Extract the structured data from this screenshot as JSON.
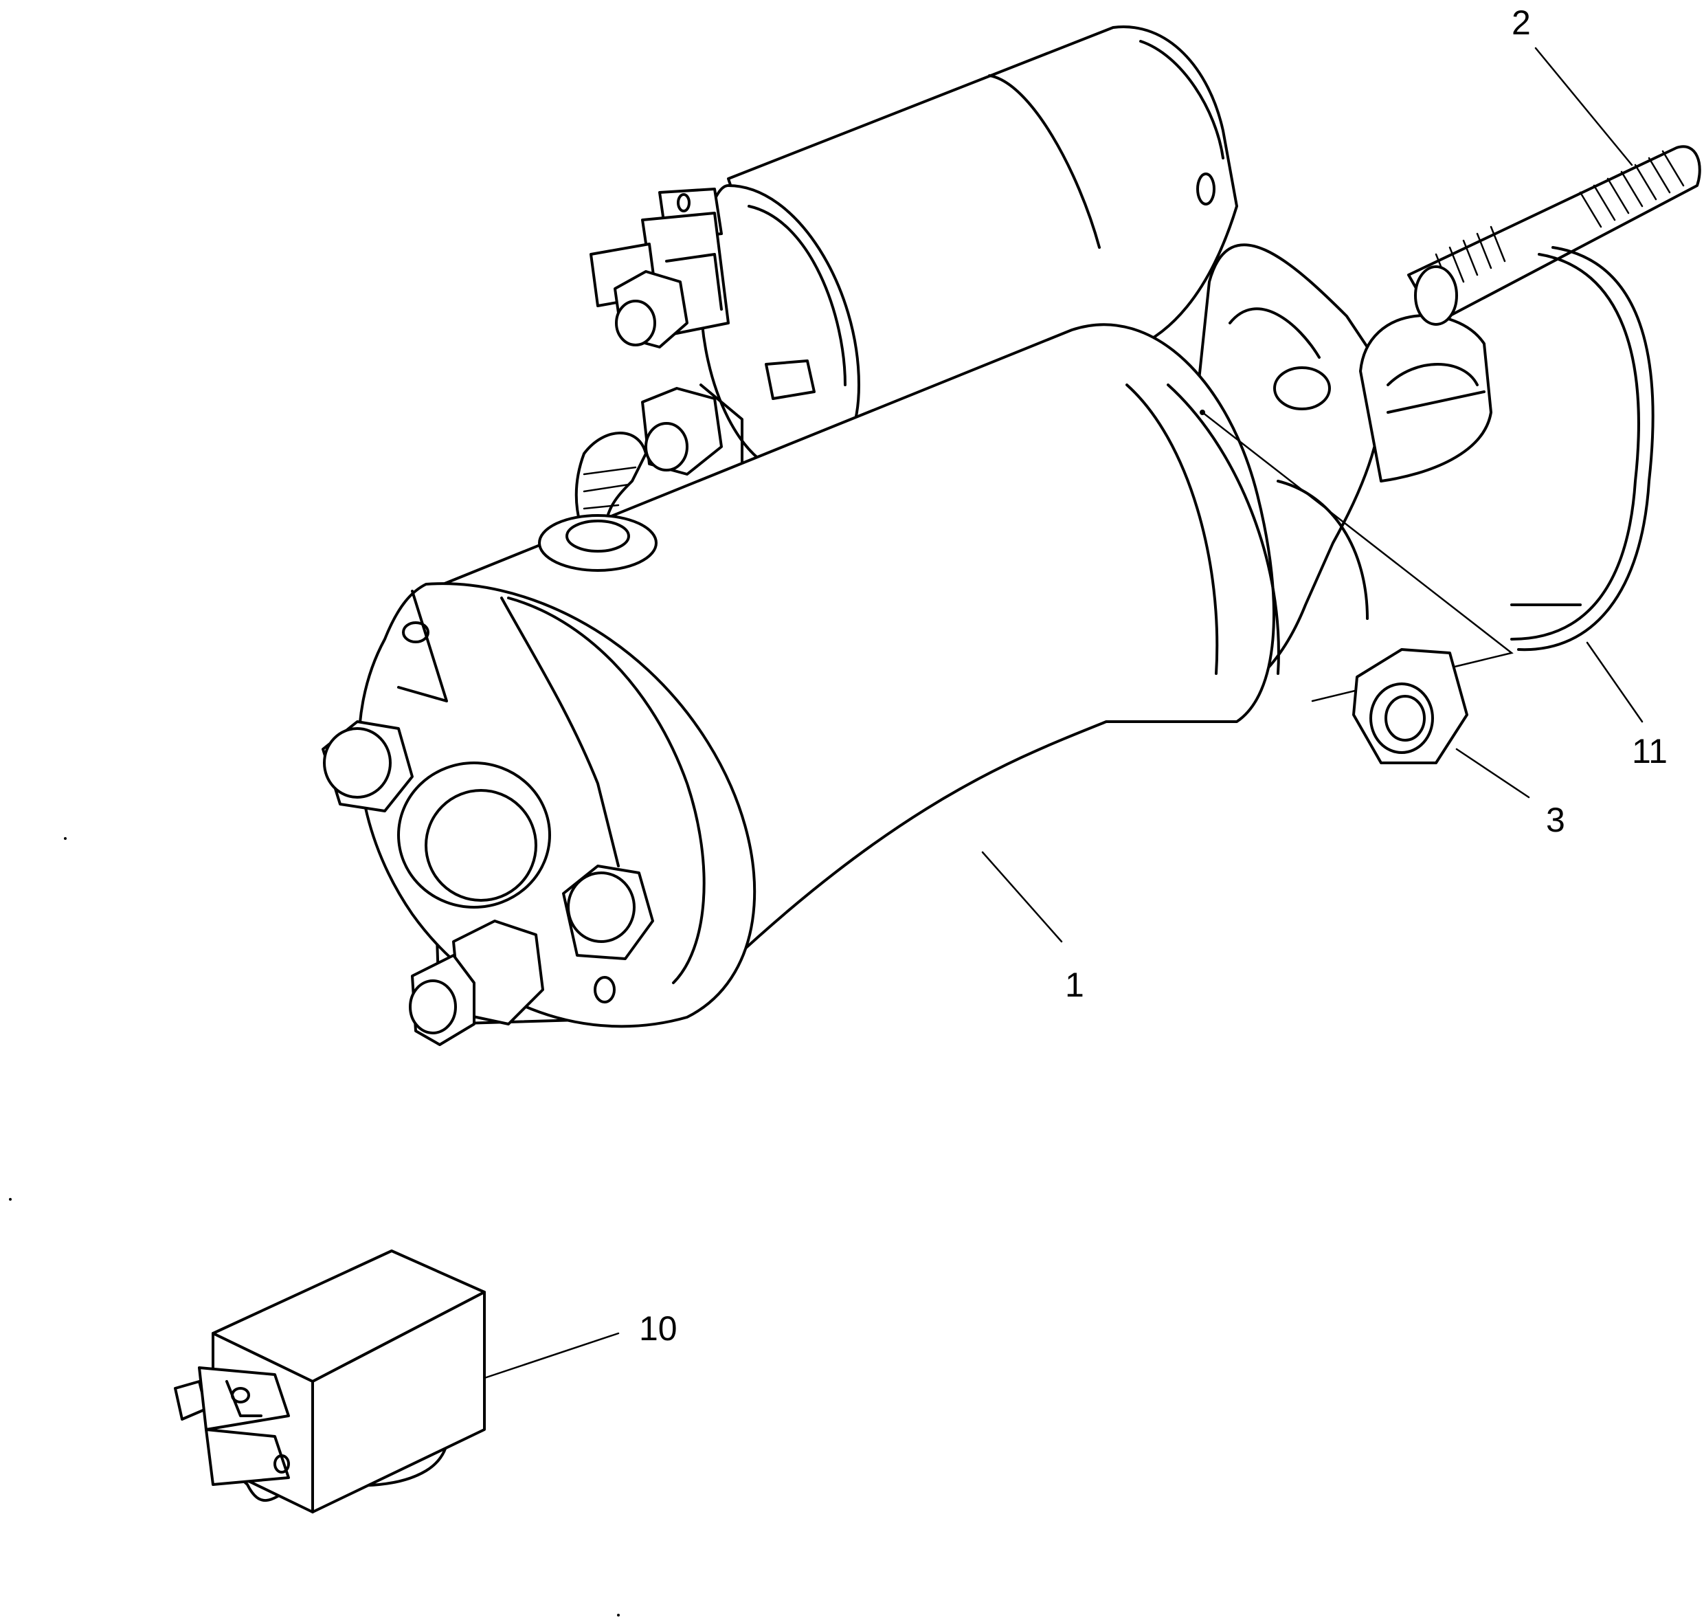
{
  "callouts": {
    "c1": {
      "text": "1"
    },
    "c2": {
      "text": "2"
    },
    "c3": {
      "text": "3"
    },
    "c10": {
      "text": "10"
    },
    "c11": {
      "text": "11"
    }
  },
  "colors": {
    "ink": "#000000",
    "paper": "#ffffff"
  }
}
